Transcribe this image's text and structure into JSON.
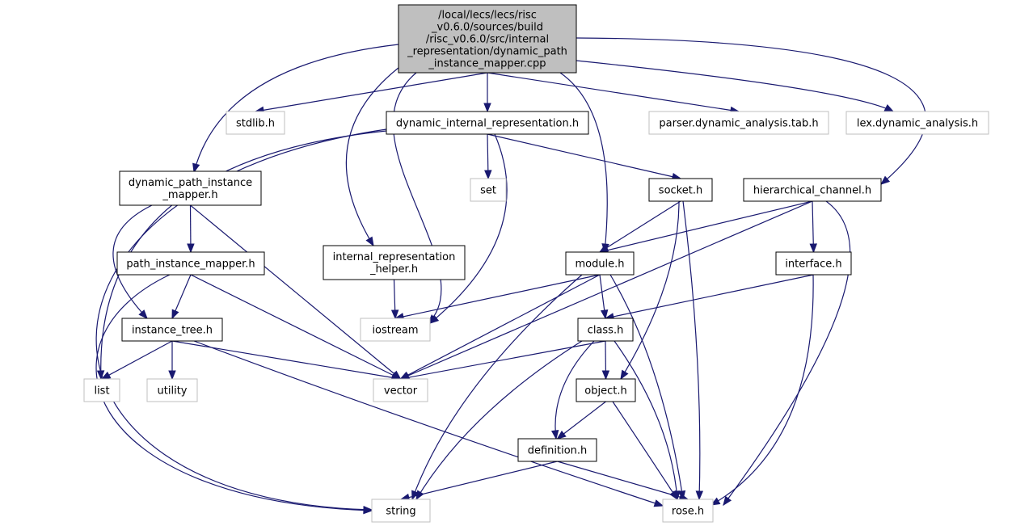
{
  "root": {
    "lines": [
      "/local/lecs/lecs/risc",
      "_v0.6.0/sources/build",
      "/risc_v0.6.0/src/internal",
      "_representation/dynamic_path",
      "_instance_mapper.cpp"
    ]
  },
  "nodes": {
    "stdlib": {
      "lines": [
        "stdlib.h"
      ],
      "kind": "external"
    },
    "dynamic_internal_representation": {
      "lines": [
        "dynamic_internal_representation.h"
      ],
      "kind": "header"
    },
    "parser": {
      "lines": [
        "parser.dynamic_analysis.tab.h"
      ],
      "kind": "external"
    },
    "lex": {
      "lines": [
        "lex.dynamic_analysis.h"
      ],
      "kind": "external"
    },
    "dynamic_path_instance_mapper": {
      "lines": [
        "dynamic_path_instance",
        "_mapper.h"
      ],
      "kind": "header"
    },
    "set": {
      "lines": [
        "set"
      ],
      "kind": "external"
    },
    "socket": {
      "lines": [
        "socket.h"
      ],
      "kind": "header"
    },
    "hierarchical_channel": {
      "lines": [
        "hierarchical_channel.h"
      ],
      "kind": "header"
    },
    "path_instance_mapper": {
      "lines": [
        "path_instance_mapper.h"
      ],
      "kind": "header"
    },
    "internal_representation_helper": {
      "lines": [
        "internal_representation",
        "_helper.h"
      ],
      "kind": "header"
    },
    "module": {
      "lines": [
        "module.h"
      ],
      "kind": "header"
    },
    "interface": {
      "lines": [
        "interface.h"
      ],
      "kind": "header"
    },
    "instance_tree": {
      "lines": [
        "instance_tree.h"
      ],
      "kind": "header"
    },
    "iostream": {
      "lines": [
        "iostream"
      ],
      "kind": "external"
    },
    "class": {
      "lines": [
        "class.h"
      ],
      "kind": "header"
    },
    "list": {
      "lines": [
        "list"
      ],
      "kind": "external"
    },
    "utility": {
      "lines": [
        "utility"
      ],
      "kind": "external"
    },
    "vector": {
      "lines": [
        "vector"
      ],
      "kind": "external"
    },
    "object": {
      "lines": [
        "object.h"
      ],
      "kind": "header"
    },
    "definition": {
      "lines": [
        "definition.h"
      ],
      "kind": "header"
    },
    "string": {
      "lines": [
        "string"
      ],
      "kind": "external"
    },
    "rose": {
      "lines": [
        "rose.h"
      ],
      "kind": "external"
    }
  },
  "edges": [
    [
      "root",
      "stdlib"
    ],
    [
      "root",
      "dynamic_internal_representation"
    ],
    [
      "root",
      "parser"
    ],
    [
      "root",
      "lex"
    ],
    [
      "root",
      "dynamic_path_instance_mapper"
    ],
    [
      "root",
      "hierarchical_channel"
    ],
    [
      "root",
      "internal_representation_helper"
    ],
    [
      "root",
      "module"
    ],
    [
      "root",
      "iostream"
    ],
    [
      "dynamic_internal_representation",
      "set"
    ],
    [
      "dynamic_internal_representation",
      "socket"
    ],
    [
      "dynamic_internal_representation",
      "iostream"
    ],
    [
      "dynamic_internal_representation",
      "list"
    ],
    [
      "dynamic_internal_representation",
      "string"
    ],
    [
      "dynamic_path_instance_mapper",
      "path_instance_mapper"
    ],
    [
      "dynamic_path_instance_mapper",
      "instance_tree"
    ],
    [
      "dynamic_path_instance_mapper",
      "vector"
    ],
    [
      "path_instance_mapper",
      "instance_tree"
    ],
    [
      "path_instance_mapper",
      "vector"
    ],
    [
      "path_instance_mapper",
      "string"
    ],
    [
      "instance_tree",
      "list"
    ],
    [
      "instance_tree",
      "utility"
    ],
    [
      "instance_tree",
      "vector"
    ],
    [
      "instance_tree",
      "rose"
    ],
    [
      "internal_representation_helper",
      "iostream"
    ],
    [
      "socket",
      "module"
    ],
    [
      "socket",
      "object"
    ],
    [
      "socket",
      "rose"
    ],
    [
      "hierarchical_channel",
      "module"
    ],
    [
      "hierarchical_channel",
      "interface"
    ],
    [
      "hierarchical_channel",
      "vector"
    ],
    [
      "hierarchical_channel",
      "rose"
    ],
    [
      "module",
      "class"
    ],
    [
      "module",
      "iostream"
    ],
    [
      "module",
      "vector"
    ],
    [
      "module",
      "string"
    ],
    [
      "module",
      "rose"
    ],
    [
      "interface",
      "class"
    ],
    [
      "interface",
      "rose"
    ],
    [
      "class",
      "object"
    ],
    [
      "class",
      "definition"
    ],
    [
      "class",
      "vector"
    ],
    [
      "class",
      "string"
    ],
    [
      "class",
      "rose"
    ],
    [
      "object",
      "definition"
    ],
    [
      "object",
      "rose"
    ],
    [
      "definition",
      "string"
    ],
    [
      "definition",
      "rose"
    ]
  ],
  "colors": {
    "edge": "#191970",
    "root_fill": "#bfbfbf",
    "header_border": "#000000",
    "external_border": "#bfbfbf"
  }
}
